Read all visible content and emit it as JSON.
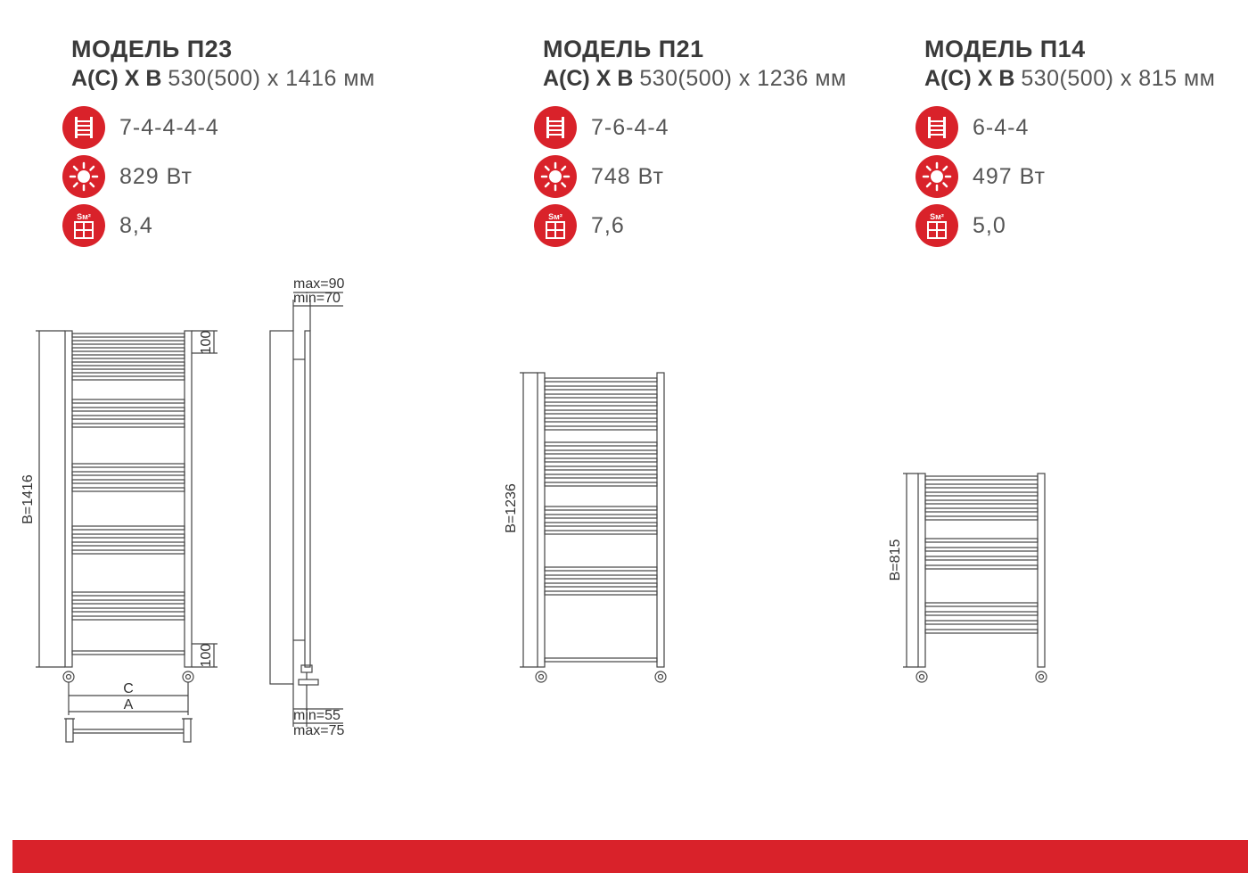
{
  "models": [
    {
      "title": "МОДЕЛЬ П23",
      "dims_label": "А(С) Х В",
      "dims_value": "530(500) х 1416 мм",
      "sections": "7-4-4-4-4",
      "power": "829 Вт",
      "area": "8,4"
    },
    {
      "title": "МОДЕЛЬ П21",
      "dims_label": "А(С) Х В",
      "dims_value": "530(500) х 1236 мм",
      "sections": "7-6-4-4",
      "power": "748 Вт",
      "area": "7,6"
    },
    {
      "title": "МОДЕЛЬ П14",
      "dims_label": "А(С) Х В",
      "dims_value": "530(500) х 815 мм",
      "sections": "6-4-4",
      "power": "497 Вт",
      "area": "5,0"
    }
  ],
  "icons": {
    "sections": "ladder-rails-icon",
    "power": "sun-heat-icon",
    "area": "area-m2-window-icon",
    "area_label": "Sм²"
  },
  "drawings": {
    "p23": {
      "height_label": "B=1416",
      "top_offset": "100",
      "bottom_offset": "100",
      "c_label": "C",
      "a_label": "A",
      "side_max_top": "max=90",
      "side_min_top": "min=70",
      "side_min_bottom": "min=55",
      "side_max_bottom": "max=75"
    },
    "p21": {
      "height_label": "B=1236"
    },
    "p14": {
      "height_label": "B=815"
    }
  },
  "colors": {
    "accent": "#d9222a",
    "text": "#3a3a3a",
    "line": "#444444"
  }
}
